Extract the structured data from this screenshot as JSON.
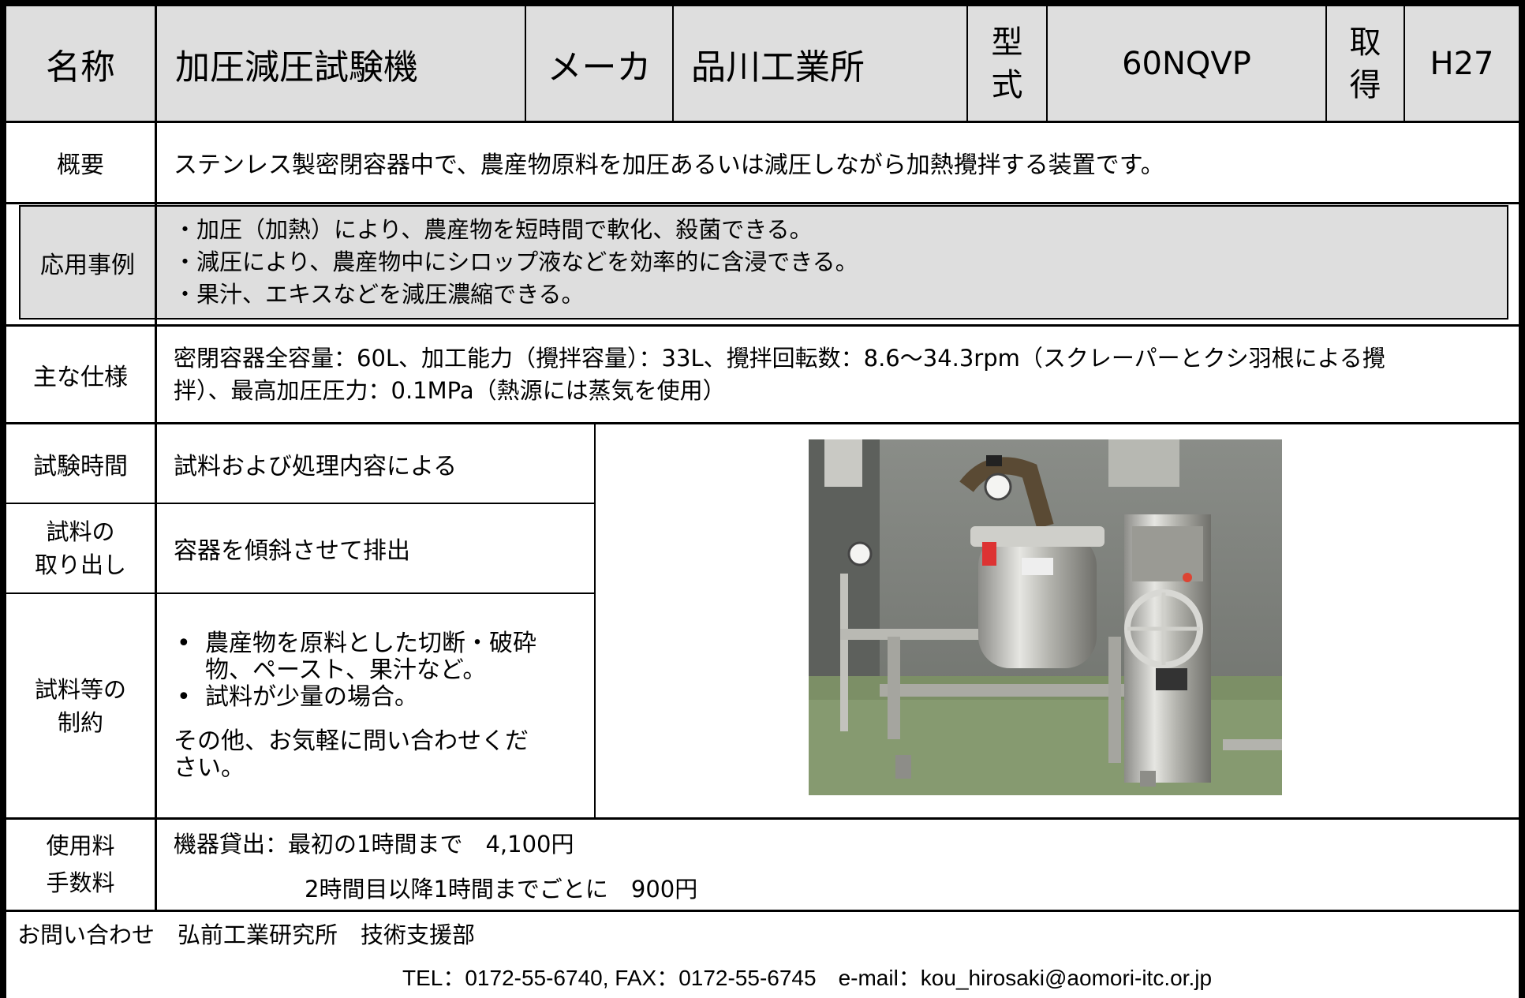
{
  "header": {
    "name_label": "名称",
    "name_value": "加圧減圧試験機",
    "maker_label": "メーカ",
    "maker_value": "品川工業所",
    "model_label_top": "型",
    "model_label_bottom": "式",
    "model_value": "60NQVP",
    "acquired_label_top": "取",
    "acquired_label_bottom": "得",
    "acquired_value": "H27"
  },
  "overview": {
    "label": "概要",
    "text": "ステンレス製密閉容器中で、農産物原料を加圧あるいは減圧しながら加熱攪拌する装置です。"
  },
  "applications": {
    "label": "応用事例",
    "items": [
      "・加圧（加熱）により、農産物を短時間で軟化、殺菌できる。",
      "・減圧により、農産物中にシロップ液などを効率的に含浸できる。",
      "・果汁、エキスなどを減圧濃縮できる。"
    ]
  },
  "specs": {
    "label": "主な仕様",
    "line1": "密閉容器全容量：60L、加工能力（攪拌容量）：33L、攪拌回転数：8.6～34.3rpm（スクレーパーとクシ羽根による攪",
    "line2": "拌）、最高加圧圧力：0.1MPa（熱源には蒸気を使用）"
  },
  "test_time": {
    "label": "試験時間",
    "value": "試料および処理内容による"
  },
  "sample_removal": {
    "label_line1": "試料の",
    "label_line2": "取り出し",
    "value": "容器を傾斜させて排出"
  },
  "restrictions": {
    "label_line1": "試料等の",
    "label_line2": "制約",
    "item1_line1": "農産物を原料とした切断・破砕",
    "item1_line2": "物、ペースト、果汁など。",
    "item2": "試料が少量の場合。",
    "note_line1": "その他、お気軽に問い合わせくだ",
    "note_line2": "さい。"
  },
  "fees": {
    "label_line1": "使用料",
    "label_line2": "手数料",
    "line1": "機器貸出：最初の1時間まで　4,100円",
    "line2": "2時間目以降1時間までごとに　900円"
  },
  "contact": {
    "line1": "お問い合わせ　弘前工業研究所　技術支援部",
    "line2": "TEL：0172-55-6740, FAX：0172-55-6745　e-mail：kou_hirosaki@aomori-itc.or.jp"
  },
  "colors": {
    "header_fill": "#dedede",
    "border": "#000000"
  }
}
